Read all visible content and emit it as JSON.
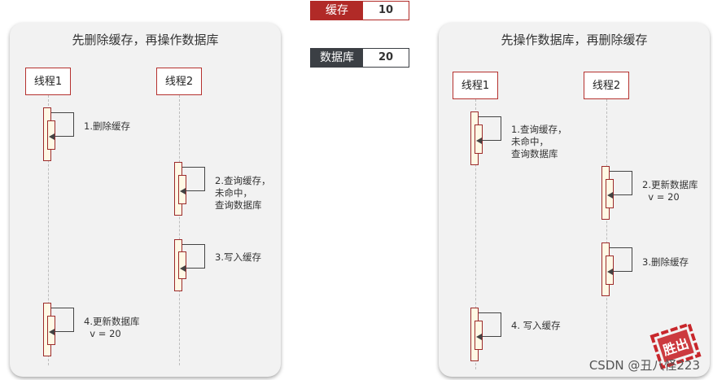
{
  "legend": {
    "cache": {
      "label": "缓存",
      "value": "10",
      "color": "#b12a27"
    },
    "db": {
      "label": "数据库",
      "value": "20",
      "color": "#3b3f44"
    }
  },
  "left": {
    "title": "先删除缓存，再操作数据库",
    "thread1": "线程1",
    "thread2": "线程2",
    "steps": [
      "1.删除缓存",
      "2.查询缓存，\n未命中，\n查询数据库",
      "3.写入缓存",
      "4.更新数据库\n  v = 20"
    ]
  },
  "right": {
    "title": "先操作数据库，再删除缓存",
    "thread1": "线程1",
    "thread2": "线程2",
    "steps": [
      "1.查询缓存，\n未命中，\n查询数据库",
      "2.更新数据库\n  v = 20",
      "3.删除缓存",
      "4. 写入缓存"
    ]
  },
  "watermark": "CSDN @丑八怪223",
  "stamp_text": "胜出",
  "colors": {
    "accent": "#b12a27",
    "activation_fill": "#fff9e5"
  }
}
